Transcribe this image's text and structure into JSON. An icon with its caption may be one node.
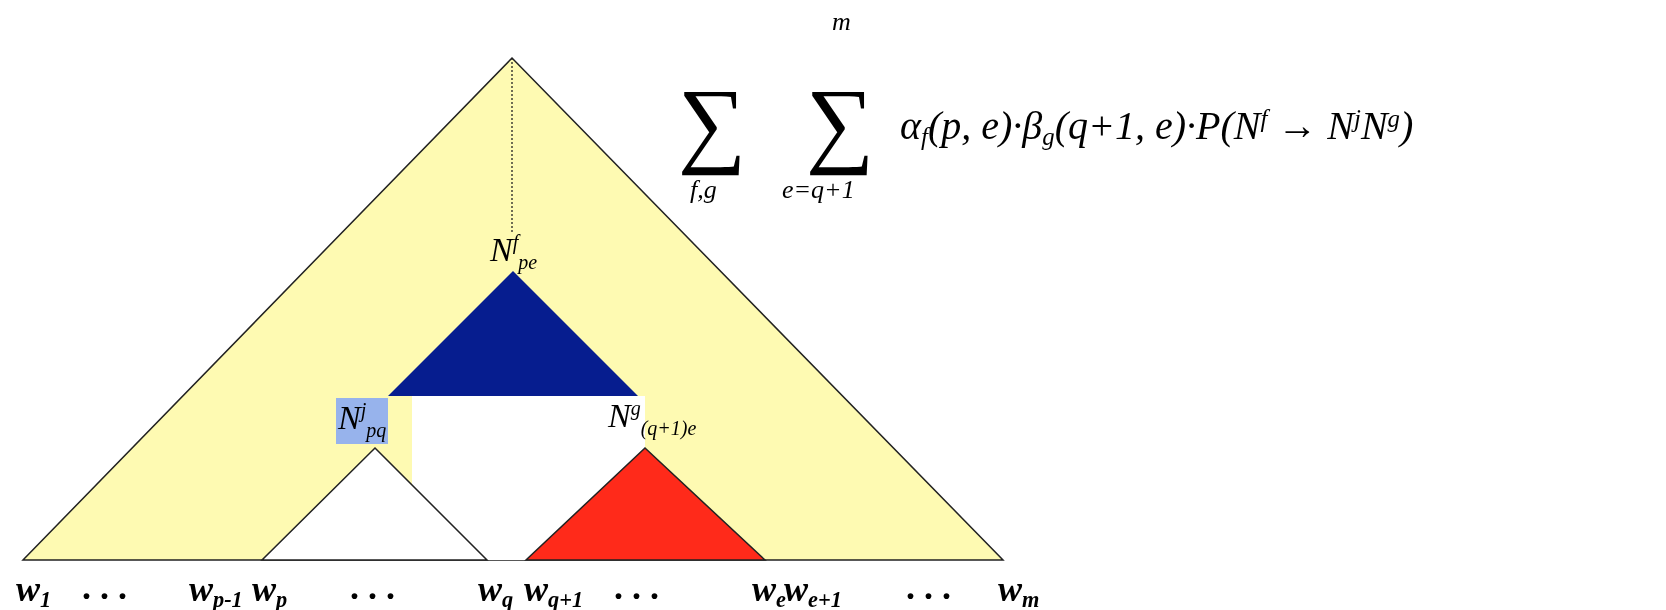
{
  "diagram": {
    "nodes": [
      {
        "text": [],
        "shape": "triangle"
      },
      {
        "text": [
          "N$^{f}$$_{pe}$"
        ],
        "in": 0
      },
      {
        "text": [
          "N$^{j}$$_{pq}$"
        ],
        "in": 0
      },
      {
        "text": [
          "N$^{g}$$_{(q+1)e}$"
        ],
        "in": 0
      }
    ],
    "edges": [
      {
        "from": 0,
        "to": 1,
        "arrow": "none",
        "style": "dashed"
      }
    ],
    "labels": [
      "m",
      "∑",
      "∑",
      "α$_{f}$(p, e)·β$_{g}$(q+1, e)·P(N$^{f}$ → N$^{j}$N$^{g}$)",
      "f,g",
      "e=q+1",
      "w$_{1}$",
      ". . .",
      "w$_{p-1}$",
      "w$_{p}$",
      ". . .",
      "w$_{q}$",
      "w$_{q+1}$",
      ". . .",
      "w$_{e}$",
      "w$_{e+1}$",
      ". . .",
      "w$_{m}$"
    ]
  }
}
